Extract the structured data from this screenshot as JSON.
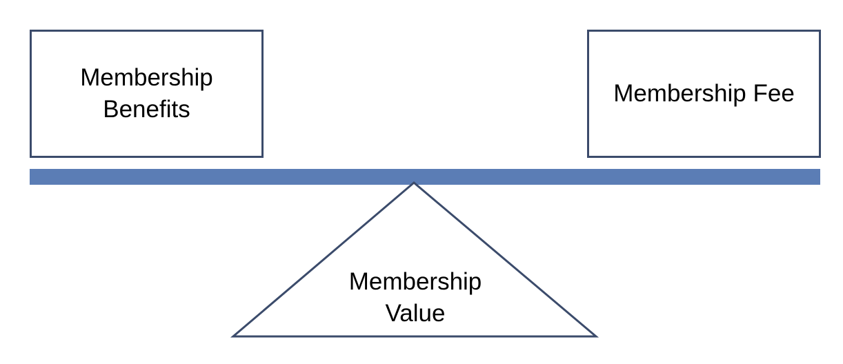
{
  "diagram": {
    "left_box": {
      "label": "Membership\nBenefits"
    },
    "right_box": {
      "label": "Membership Fee"
    },
    "fulcrum": {
      "label": "Membership\nValue"
    },
    "colors": {
      "beam": "#5b7db5",
      "outline": "#3b4b6b",
      "text": "#000000"
    }
  }
}
